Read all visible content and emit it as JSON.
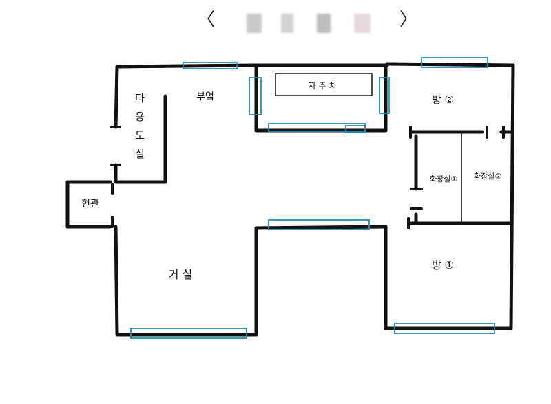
{
  "nav": {
    "prev_icon": "chevron-left-icon",
    "next_icon": "chevron-right-icon",
    "prev_label": "〈",
    "next_label": "〉"
  },
  "blurred_thumbnails": [
    "#c9c9c9",
    "#d3d3d3",
    "#bdbdbd",
    "#e6d9dc"
  ],
  "colors": {
    "wall": "#111111",
    "window": "#1f8fb5"
  },
  "rooms": {
    "utility": [
      "다",
      "용",
      "도",
      "실"
    ],
    "kitchen": "부엌",
    "kimchi": "자 주 치",
    "room2": "방 ②",
    "bath1": "화장실①",
    "bath2": "화장실②",
    "entrance": "현관",
    "living": "거 실",
    "room1": "방 ①"
  }
}
